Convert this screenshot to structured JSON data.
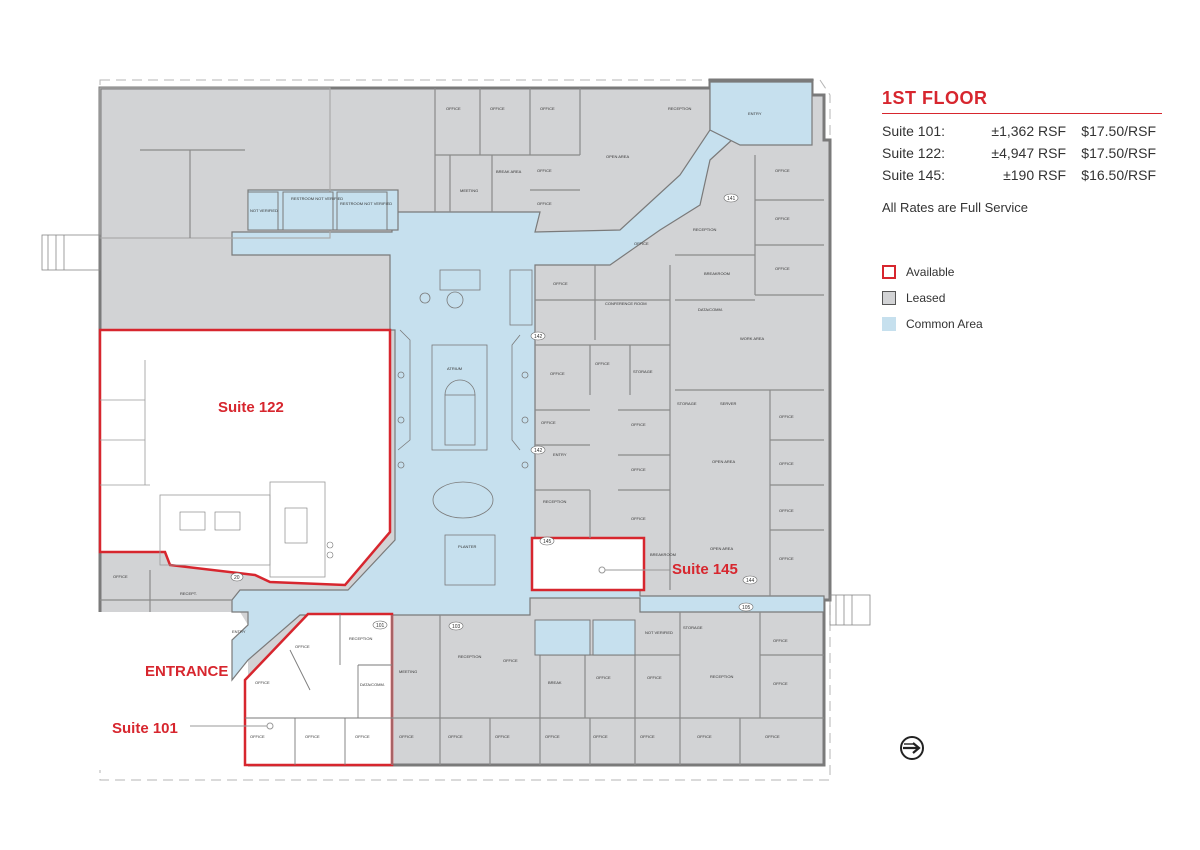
{
  "legend_panel": {
    "title": "1ST FLOOR",
    "suites": [
      {
        "suite": "Suite 101:",
        "area": "±1,362 RSF",
        "rate": "$17.50/RSF"
      },
      {
        "suite": "Suite 122:",
        "area": "±4,947 RSF",
        "rate": "$17.50/RSF"
      },
      {
        "suite": "Suite 145:",
        "area": "±190 RSF",
        "rate": "$16.50/RSF"
      }
    ],
    "note": "All Rates are Full Service",
    "legend": [
      {
        "label": "Available",
        "kind": "available"
      },
      {
        "label": "Leased",
        "kind": "leased"
      },
      {
        "label": "Common Area",
        "kind": "common"
      }
    ]
  },
  "map": {
    "suite_labels": {
      "s122": "Suite 122",
      "s145": "Suite 145",
      "s101": "Suite 101",
      "entrance": "ENTRANCE"
    },
    "colors": {
      "available": "#d7262e",
      "leased": "#d2d3d5",
      "common": "#c6e0ee",
      "wall": "#7a7a7a"
    },
    "rooms": {
      "office": "OFFICE",
      "reception": "RECEPTION",
      "entry": "ENTRY",
      "open_area": "OPEN AREA",
      "break_area": "BREAK AREA",
      "meeting": "MEETING",
      "restroom_nv": "RESTROOM NOT VERIFIED",
      "not_verified": "NOT VERIFIED",
      "conference": "CONFERENCE ROOM",
      "storage": "STORAGE",
      "breakroom": "BREAKROOM",
      "data_comm": "DATA/COMM.",
      "work_area": "WORK AREA",
      "server": "SERVER",
      "atrium": "ATRIUM",
      "planter": "PLANTER",
      "receipt": "RECEPT.",
      "break": "BREAK"
    },
    "suite_numbers": {
      "n142a": "142",
      "n142b": "142",
      "n141": "141",
      "n144": "144",
      "n145": "145",
      "n105": "105",
      "n101": "101",
      "n103": "103",
      "n20": "20"
    }
  }
}
